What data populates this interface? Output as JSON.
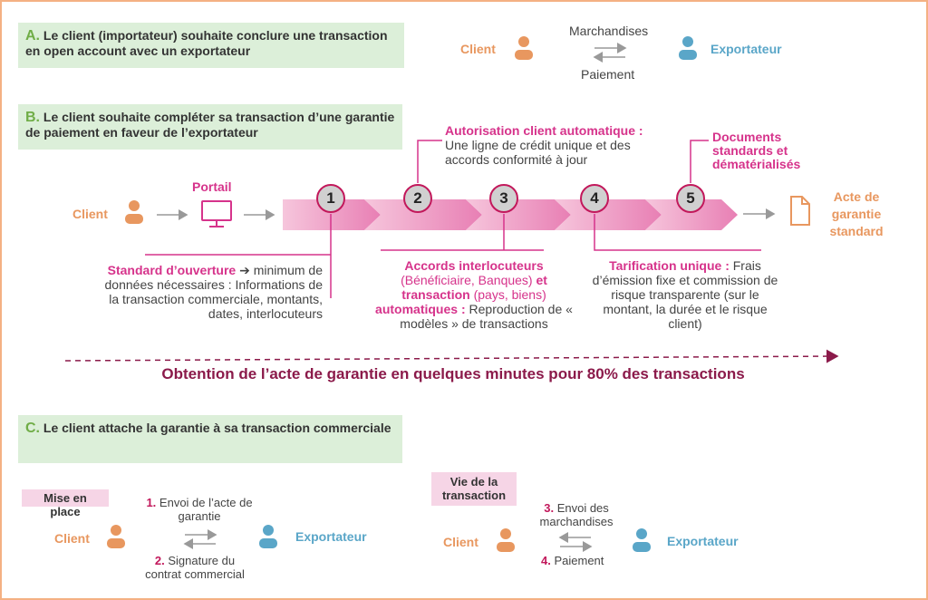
{
  "section_a": {
    "letter": "A.",
    "text": "Le client (importateur) souhaite conclure une transaction en open account avec un exportateur",
    "client": "Client",
    "exporter": "Exportateur",
    "goods": "Marchandises",
    "payment": "Paiement"
  },
  "section_b": {
    "letter": "B.",
    "text": "Le client souhaite compléter sa transaction d’une garantie de paiement en faveur de l’exportateur",
    "client": "Client",
    "portal": "Portail",
    "steps": [
      "1",
      "2",
      "3",
      "4",
      "5"
    ],
    "result": "Acte de garantie standard",
    "standard_title": "Standard d’ouverture",
    "standard_arrow": "➔",
    "standard_body": "minimum de données nécessaires : Informations de la transaction commerciale, montants, dates, interlocuteurs",
    "auth_title": "Autorisation client automatique :",
    "auth_body": "Une ligne de crédit unique et des accords conformité à jour",
    "agree_title1": "Accords interlocuteurs",
    "agree_sub1": "(Bénéficiaire, Banques)",
    "agree_et": "et",
    "agree_title2": "transaction",
    "agree_sub2": "(pays, biens)",
    "agree_title3": "automatiques :",
    "agree_body": "Reproduction de « modèles » de transactions",
    "docs_title": "Documents standards et dématérialisés",
    "pricing_title": "Tarification unique :",
    "pricing_body": "Frais d’émission fixe et commission de risque transparente (sur le montant, la durée et le risque client)"
  },
  "headline": "Obtention de l’acte de garantie en quelques minutes pour 80% des transactions",
  "section_c": {
    "letter": "C.",
    "text": "Le client attache la garantie à sa transaction commerciale",
    "setup_label": "Mise en place",
    "client": "Client",
    "exporter": "Exportateur",
    "step1_num": "1.",
    "step1_text": "Envoi de l’acte de garantie",
    "step2_num": "2.",
    "step2_text": "Signature du contrat commercial",
    "life_label": "Vie de la transaction",
    "client2": "Client",
    "exporter2": "Exportateur",
    "step3_num": "3.",
    "step3_text": "Envoi des marchandises",
    "step4_num": "4.",
    "step4_text": "Paiement"
  }
}
